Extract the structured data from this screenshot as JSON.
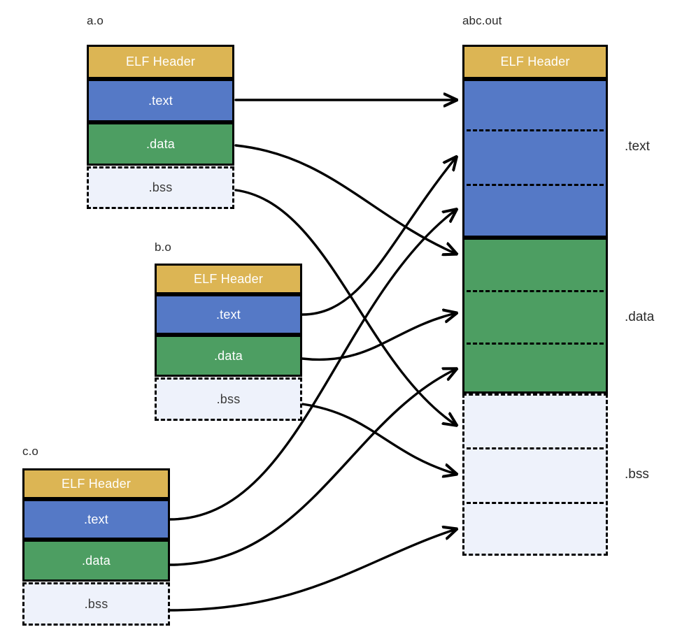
{
  "diagram": {
    "title_hidden": "",
    "colors": {
      "elf_header": "#dcb554",
      "text_section": "#5579c6",
      "data_section": "#4d9e62",
      "bss_section": "#eef2fb",
      "outline": "#000000",
      "label_text": "#2b2b2b"
    },
    "objects": [
      {
        "id": "a",
        "title": "a.o",
        "segments": [
          {
            "key": "elf",
            "label": "ELF Header",
            "style": "solid"
          },
          {
            "key": "text",
            "label": ".text",
            "style": "solid"
          },
          {
            "key": "data",
            "label": ".data",
            "style": "solid"
          },
          {
            "key": "bss",
            "label": ".bss",
            "style": "dashed"
          }
        ]
      },
      {
        "id": "b",
        "title": "b.o",
        "segments": [
          {
            "key": "elf",
            "label": "ELF Header",
            "style": "solid"
          },
          {
            "key": "text",
            "label": ".text",
            "style": "solid"
          },
          {
            "key": "data",
            "label": ".data",
            "style": "solid"
          },
          {
            "key": "bss",
            "label": ".bss",
            "style": "dashed"
          }
        ]
      },
      {
        "id": "c",
        "title": "c.o",
        "segments": [
          {
            "key": "elf",
            "label": "ELF Header",
            "style": "solid"
          },
          {
            "key": "text",
            "label": ".text",
            "style": "solid"
          },
          {
            "key": "data",
            "label": ".data",
            "style": "solid"
          },
          {
            "key": "bss",
            "label": ".bss",
            "style": "dashed"
          }
        ]
      }
    ],
    "output": {
      "title": "abc.out",
      "segments": [
        {
          "key": "elf",
          "label": "ELF Header",
          "side_label": "",
          "parts": 1
        },
        {
          "key": "text",
          "label": "",
          "side_label": ".text",
          "parts": 3
        },
        {
          "key": "data",
          "label": "",
          "side_label": ".data",
          "parts": 3
        },
        {
          "key": "bss",
          "label": "",
          "side_label": ".bss",
          "parts": 3
        }
      ]
    },
    "connections": [
      {
        "from": "a.text",
        "to": "out.text.1"
      },
      {
        "from": "b.text",
        "to": "out.text.2"
      },
      {
        "from": "c.text",
        "to": "out.text.3"
      },
      {
        "from": "a.data",
        "to": "out.data.1"
      },
      {
        "from": "b.data",
        "to": "out.data.2"
      },
      {
        "from": "c.data",
        "to": "out.data.3"
      },
      {
        "from": "a.bss",
        "to": "out.bss.1"
      },
      {
        "from": "b.bss",
        "to": "out.bss.2"
      },
      {
        "from": "c.bss",
        "to": "out.bss.3"
      }
    ]
  }
}
